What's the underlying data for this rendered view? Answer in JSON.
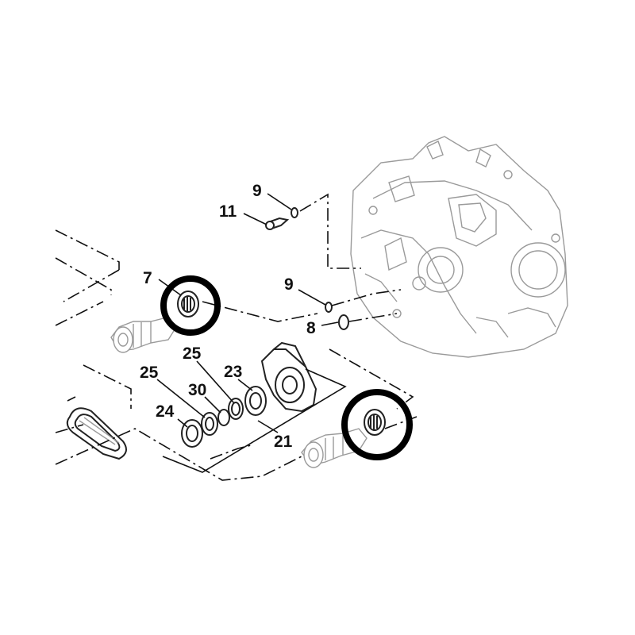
{
  "callouts": [
    {
      "id": "9a",
      "text": "9"
    },
    {
      "id": "11",
      "text": "11"
    },
    {
      "id": "7",
      "text": "7"
    },
    {
      "id": "9b",
      "text": "9"
    },
    {
      "id": "8",
      "text": "8"
    },
    {
      "id": "25a",
      "text": "25"
    },
    {
      "id": "23",
      "text": "23"
    },
    {
      "id": "25b",
      "text": "25"
    },
    {
      "id": "30",
      "text": "30"
    },
    {
      "id": "24",
      "text": "24"
    },
    {
      "id": "21",
      "text": "21"
    }
  ],
  "colors": {
    "line": "#222222",
    "ghost": "#9a9a9a",
    "highlight": "#000000",
    "background": "#ffffff"
  }
}
